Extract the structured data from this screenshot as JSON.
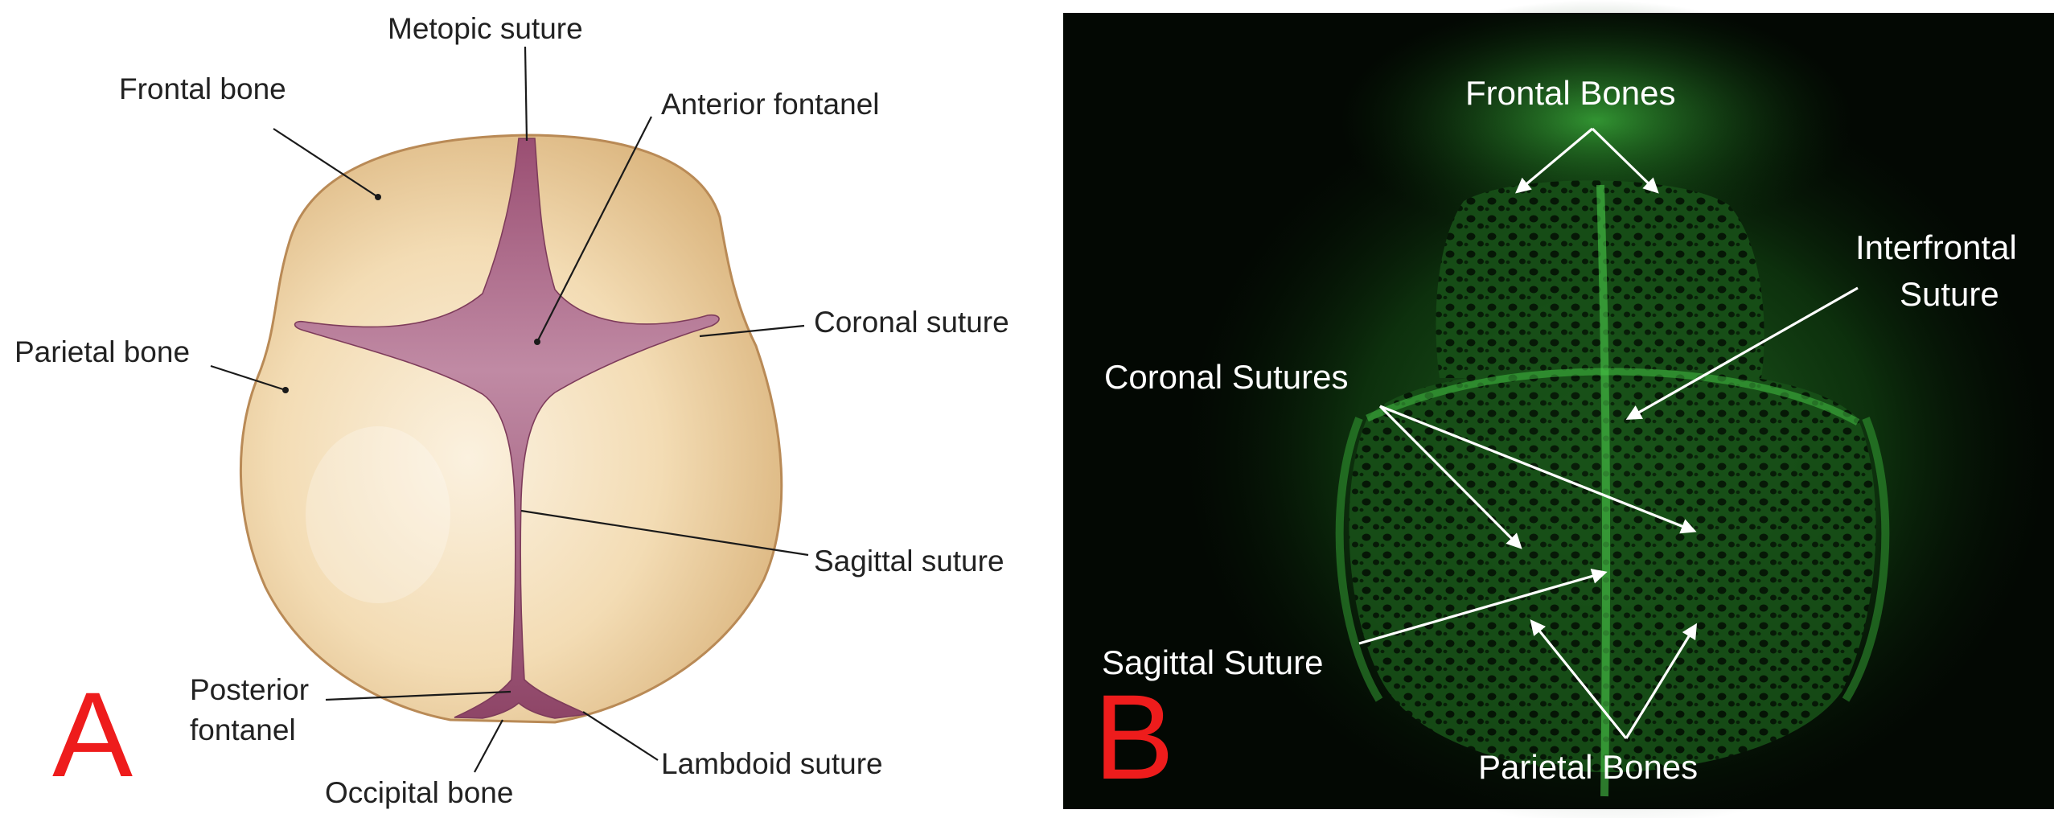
{
  "panel_a": {
    "letter": "A",
    "labels": {
      "metopic_suture": "Metopic suture",
      "frontal_bone": "Frontal bone",
      "anterior_fontanel": "Anterior fontanel",
      "parietal_bone": "Parietal bone",
      "coronal_suture": "Coronal suture",
      "sagittal_suture": "Sagittal suture",
      "posterior_fontanel_line1": "Posterior",
      "posterior_fontanel_line2": "fontanel",
      "lambdoid_suture": "Lambdoid suture",
      "occipital_bone": "Occipital bone"
    }
  },
  "panel_b": {
    "letter": "B",
    "labels": {
      "frontal_bones": "Frontal Bones",
      "interfrontal_line1": "Interfrontal",
      "interfrontal_line2": "Suture",
      "coronal_sutures": "Coronal Sutures",
      "sagittal_suture": "Sagittal Suture",
      "parietal_bones": "Parietal Bones"
    }
  },
  "colors": {
    "skull_bone": "#f3dcb4",
    "suture": "#a55c7e",
    "fluorescence": "#2fa52f",
    "panel_b_background": "#030803",
    "panel_letter": "#ee1c1c"
  }
}
